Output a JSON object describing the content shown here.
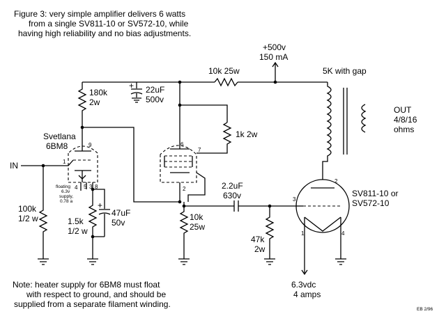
{
  "caption": [
    "Figure 3: very simple amplifier delivers 6 watts",
    "from a single SV811-10 or SV572-10, while",
    "having high reliability and no bias adjustments."
  ],
  "note": [
    "Note: heater supply for 6BM8 must float",
    "with respect to ground, and should be",
    "supplied from a separate filament winding."
  ],
  "supply": {
    "voltage": "+500v",
    "current": "150 mA"
  },
  "input_label": "IN",
  "driver_tube": {
    "make": "Svetlana",
    "type": "6BM8"
  },
  "output_tube": {
    "type_a": "SV811-10 or",
    "type_b": "SV572-10"
  },
  "transformer": {
    "primary": "5K with gap",
    "out": "OUT",
    "taps": "4/8/16",
    "unit": "ohms"
  },
  "heater_note": [
    "floating",
    "6.3v",
    "supply,",
    "0.78 a"
  ],
  "heater_supply": {
    "voltage": "6.3vdc",
    "current": "4 amps"
  },
  "components": {
    "r_180k": {
      "value": "180k",
      "rating": "2w"
    },
    "c_22u": {
      "value": "22uF",
      "rating": "500v"
    },
    "r_10k_25w_top": "10k 25w",
    "r_1k": "1k 2w",
    "r_100k": {
      "value": "100k",
      "rating": "1/2 w"
    },
    "r_1_5k": {
      "value": "1.5k",
      "rating": "1/2 w"
    },
    "c_47u": {
      "value": "47uF",
      "rating": "50v"
    },
    "c_2_2u": {
      "value": "2.2uF",
      "rating": "630v"
    },
    "r_10k_bottom": {
      "value": "10k",
      "rating": "25w"
    },
    "r_47k": {
      "value": "47k",
      "rating": "2w"
    }
  },
  "pins": {
    "p1": "1",
    "p9": "9",
    "p4": "4",
    "p5": "5",
    "p3": "3",
    "p8": "8",
    "p6": "6",
    "p7": "7",
    "p2": "2",
    "o2": "2",
    "o3": "3",
    "o1": "1",
    "o4": "4"
  },
  "signature": "EB 2/96"
}
